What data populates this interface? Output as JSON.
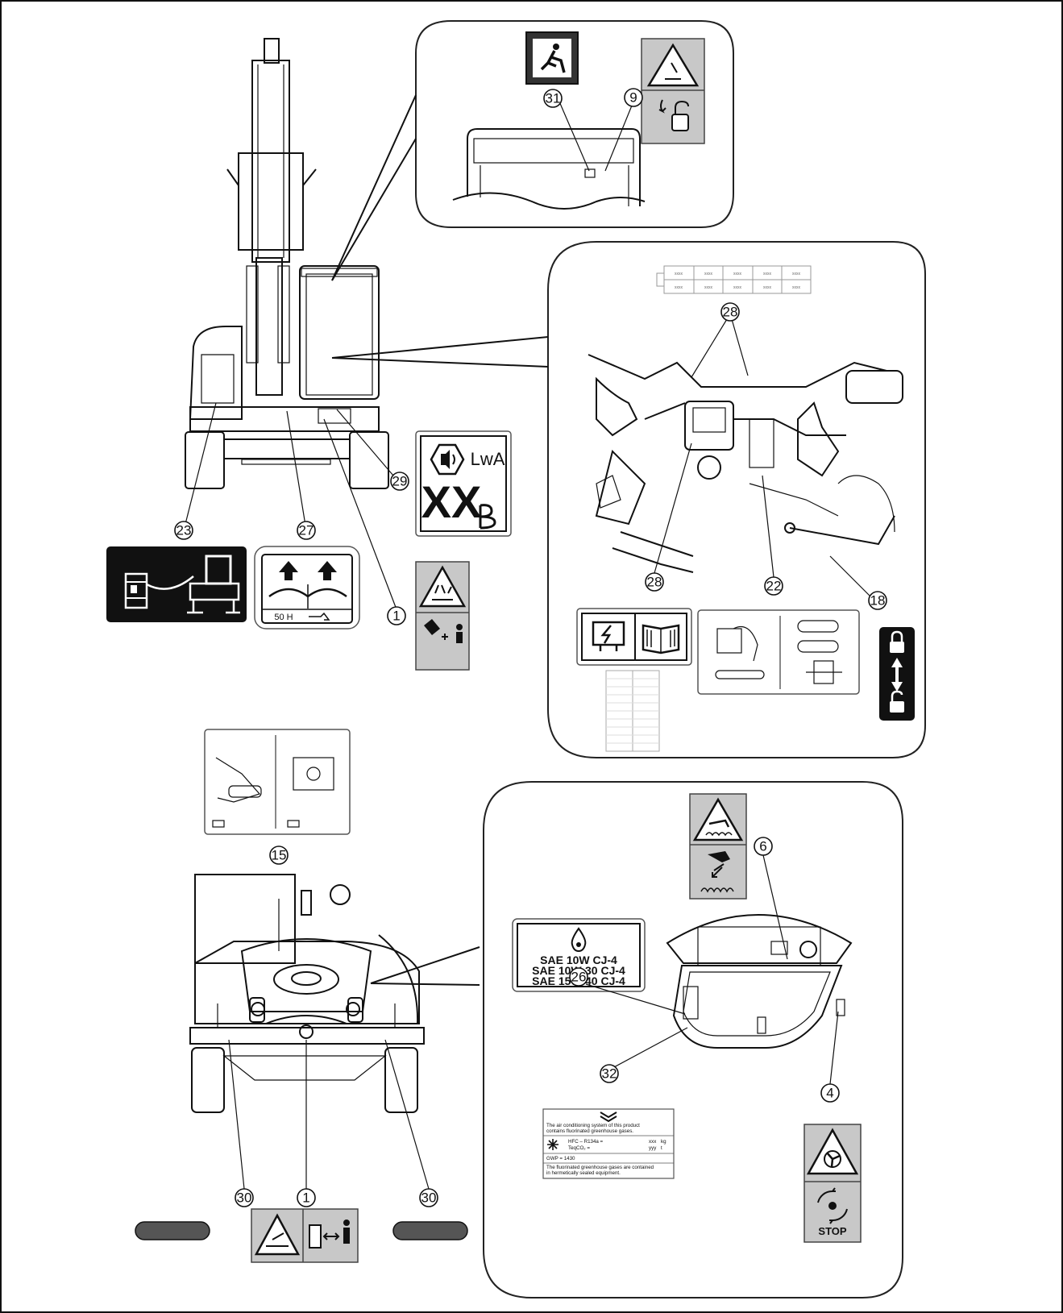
{
  "callouts": {
    "c31": "31",
    "c9": "9",
    "c28a": "28",
    "c28b": "28",
    "c22": "22",
    "c18": "18",
    "c23": "23",
    "c27": "27",
    "c29": "29",
    "c1a": "1",
    "c15": "15",
    "c6": "6",
    "c26": "26",
    "c32": "32",
    "c4": "4",
    "c30a": "30",
    "c30b": "30",
    "c1b": "1"
  },
  "labels": {
    "noise_lwa": "LwA",
    "noise_value": "XX",
    "service_hours": "50 H",
    "oil_line1": "SAE 10W CJ-4",
    "oil_line2": "SAE 10W-30 CJ-4",
    "oil_line3": "SAE 15W-40 CJ-4",
    "ac_text1": "The air conditioning system of this product",
    "ac_text2": "contains fluorinated greenhouse gases.",
    "ac_hfc": "HFC – R134a =",
    "ac_teq": "TeqCO₂ =",
    "ac_xxx": "xxx",
    "ac_kg": "kg",
    "ac_yyy": "yyy",
    "ac_t": "t",
    "ac_gwp": "GWP = 1430",
    "ac_text3": "The fluorinated greenhouse gases are contained",
    "ac_text4": "in hermetically sealed equipment.",
    "stop": "STOP",
    "fuse_grid": "xxxx"
  },
  "icons": [
    "emergency-exit-icon",
    "crush-hazard-icon",
    "unlock-icon",
    "noise-level-icon",
    "fuel-icon",
    "lift-point-icon",
    "ejection-hazard-icon",
    "electrical-icon",
    "manual-icon",
    "lock-unlock-icon",
    "hot-surface-icon",
    "oil-drop-icon",
    "snowflake-icon",
    "fan-hazard-icon"
  ]
}
